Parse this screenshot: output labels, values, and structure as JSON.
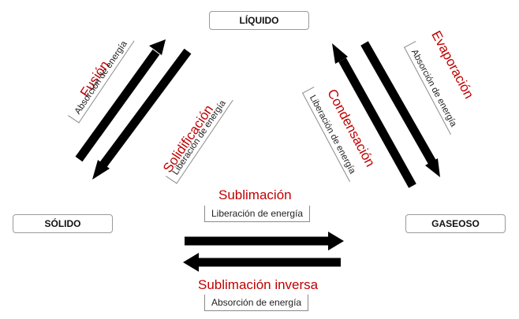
{
  "states": {
    "liquid": "LÍQUIDO",
    "solid": "SÓLIDO",
    "gas": "GASEOSO"
  },
  "processes": {
    "fusion": {
      "name": "Fusión",
      "energy": "Absorción de energía"
    },
    "solidification": {
      "name": "Solidificación",
      "energy": "Liberación de energía"
    },
    "evaporation": {
      "name": "Evaporación",
      "energy": "Absorción de energía"
    },
    "condensation": {
      "name": "Condensación",
      "energy": "Liberación de energía"
    },
    "sublimation": {
      "name": "Sublimación",
      "energy": "Liberación de energía"
    },
    "deposition": {
      "name": "Sublimación inversa",
      "energy": "Absorción de energía"
    }
  },
  "colors": {
    "process_name": "#c00000",
    "arrow": "#000000",
    "box_border": "#9a9a9a"
  }
}
